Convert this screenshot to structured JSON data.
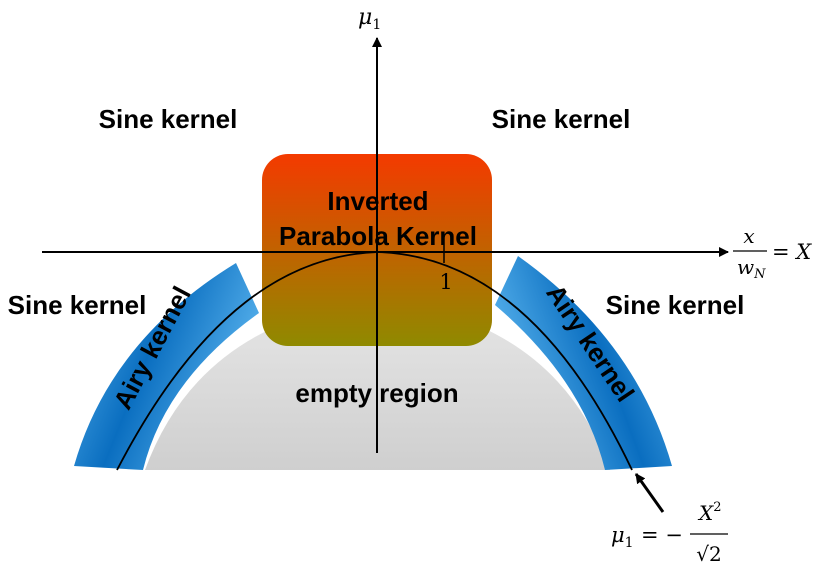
{
  "axes": {
    "y_label_symbol": "μ",
    "y_label_sub": "1",
    "x_label_num": "x",
    "x_label_den_symbol": "w",
    "x_label_den_sub": "N",
    "x_label_rhs": "= X",
    "tick_label": "1"
  },
  "regions": {
    "sine_kernel_top_left": "Sine kernel",
    "sine_kernel_top_right": "Sine kernel",
    "sine_kernel_mid_left": "Sine kernel",
    "sine_kernel_mid_right": "Sine kernel",
    "inverted_line1": "Inverted",
    "inverted_line2": "Parabola Kernel",
    "airy_left": "Airy kernel",
    "airy_right": "Airy kernel",
    "empty": "empty region"
  },
  "curve_equation": {
    "lhs_symbol": "μ",
    "lhs_sub": "1",
    "equals": "= −",
    "num": "X",
    "num_sup": "2",
    "den": "√2"
  },
  "colors": {
    "box_top": "#f43a00",
    "box_bottom": "#8f8a00",
    "airy_light": "#5ab4ee",
    "airy_dark": "#0a6ec0",
    "empty_fill": "#cfcfcf"
  }
}
